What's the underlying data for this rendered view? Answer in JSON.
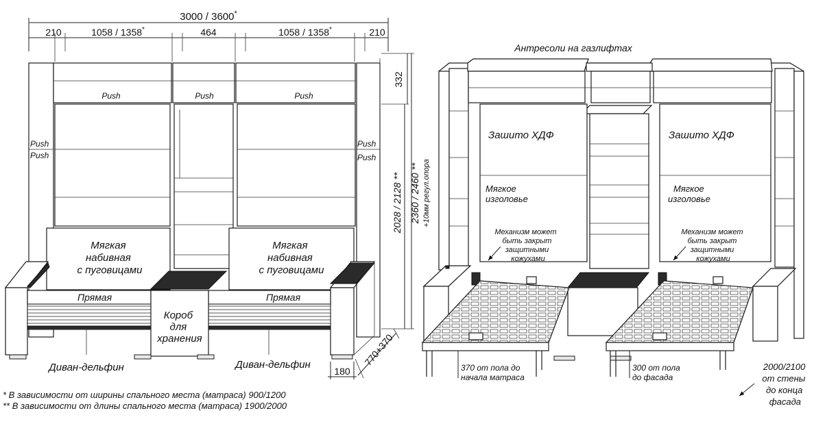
{
  "left_view": {
    "overall_width": "3000 / 3600",
    "overall_star": "*",
    "segments": [
      "210",
      "1058 / 1358",
      "464",
      "1058 / 1358",
      "210"
    ],
    "segment_star": "*",
    "push_labels": [
      "Push",
      "Push",
      "Push",
      "Push",
      "Push",
      "Push",
      "Push"
    ],
    "heights": {
      "top": "332",
      "body": "2028 / 2128 **",
      "total": "2360 / 2460 **",
      "support": "+10мм регул.опора"
    },
    "soft_label_lines": [
      "Мягкая",
      "набивная",
      "с пуговицами"
    ],
    "straight_label": "Прямая",
    "storage_lines": [
      "Короб",
      "для",
      "хранения"
    ],
    "sofa_label": "Диван-дельфин",
    "bottom_dim": "180",
    "depth_dim": "770+370"
  },
  "right_view": {
    "mezzanine": "Антресоли на газлифтах",
    "sewn": "Зашито ХДФ",
    "headboard_lines": [
      "Мягкое",
      "изголовье"
    ],
    "mechanism_lines": [
      "Механизм может",
      "быть закрыт",
      "защитными",
      "кожухами"
    ],
    "floor_mattress_lines": [
      "370 от пола до",
      "начала матраса"
    ],
    "floor_facade_lines": [
      "300 от пола",
      "до фасада"
    ],
    "wall_lines": [
      "2000/2100",
      "от стены",
      "до конца",
      "фасада"
    ]
  },
  "notes": [
    "* В зависимости от ширины спального места (матраса) 900/1200",
    "** В зависимости от длины спального места (матраса) 1900/2000"
  ]
}
